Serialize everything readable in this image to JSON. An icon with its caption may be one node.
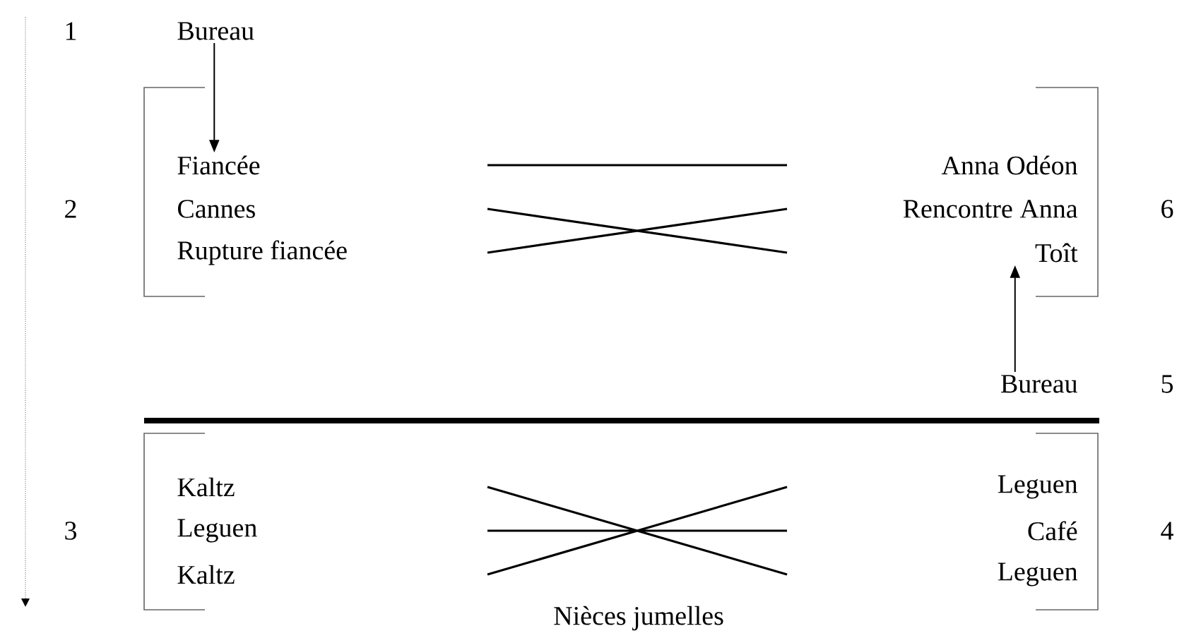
{
  "diagram": {
    "nodes": [
      {
        "text": [
          "Bureau"
        ]
      },
      {
        "text": [
          "Fiancée"
        ]
      },
      {
        "text": [
          "Cannes"
        ]
      },
      {
        "text": [
          "Rupture fiancée"
        ]
      },
      {
        "text": [
          "Anna Odéon"
        ]
      },
      {
        "text": [
          "Rencontre Anna"
        ]
      },
      {
        "text": [
          "Toît"
        ]
      },
      {
        "text": [
          "Bureau"
        ]
      },
      {
        "text": [
          "Kaltz"
        ]
      },
      {
        "text": [
          "Leguen"
        ]
      },
      {
        "text": [
          "Kaltz"
        ]
      },
      {
        "text": [
          "Leguen"
        ]
      },
      {
        "text": [
          "Café"
        ]
      },
      {
        "text": [
          "Leguen"
        ]
      }
    ],
    "edges": [
      {
        "from": 0,
        "to": 1,
        "arrow": "to"
      },
      {
        "from": 7,
        "to": 6,
        "arrow": "to"
      }
    ],
    "labels": [
      "1",
      "2",
      "6",
      "5",
      "3",
      "4",
      "Nièces jumelles"
    ]
  }
}
